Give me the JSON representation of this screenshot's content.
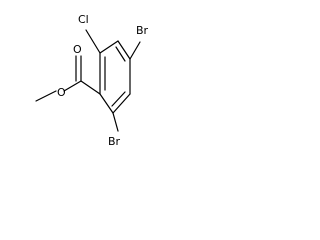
{
  "molecule": {
    "atoms": {
      "chlorine": "Cl",
      "bromine_top": "Br",
      "bromine_bottom": "Br",
      "carbonyl_oxygen": "O",
      "ester_oxygen": "O"
    }
  }
}
